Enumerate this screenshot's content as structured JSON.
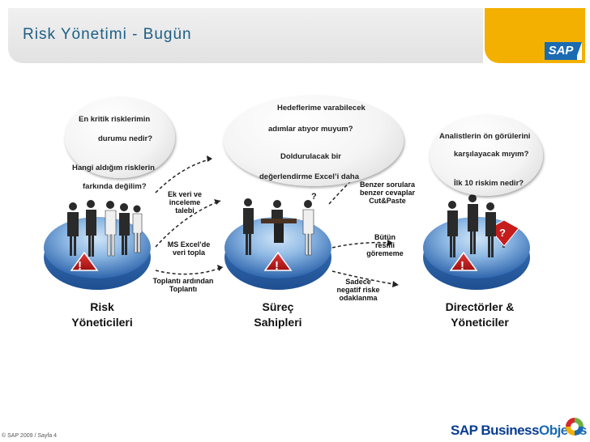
{
  "header": {
    "title": "Risk Yönetimi - Bugün"
  },
  "logos": {
    "sap": "SAP",
    "business_objects_a": "SAP Business",
    "business_objects_b": "Objects"
  },
  "bubbles": {
    "risk_managers": [
      "En kritik risklerimin",
      "durumu nedir?",
      "Hangi aldığım risklerin",
      "farkında değilim?"
    ],
    "process_owners": [
      "Hedeflerime varabilecek",
      "adımlar atıyor muyum?",
      "Doldurulacak bir",
      "değerlendirme Excel’i daha",
      "?"
    ],
    "directors": [
      "Analistlerin ön görülerini",
      "karşılayacak mıyım?",
      "İlk 10 riskim nedir?"
    ]
  },
  "process_labels": {
    "extra_data": [
      "Ek veri ve",
      "inceleme",
      "talebi"
    ],
    "ms_excel": [
      "MS Excel’de",
      "veri topla"
    ],
    "meeting": [
      "Toplantı ardından",
      "Toplantı"
    ],
    "similar_questions": [
      "Benzer sorulara",
      "benzer cevaplar",
      "Cut&Paste"
    ],
    "full_picture": [
      "Bütün",
      "resmi",
      "görememe"
    ],
    "negative_risk": [
      "Sadece",
      "negatif riske",
      "odaklanma"
    ]
  },
  "groups": {
    "risk_managers": [
      "Risk",
      "Yöneticileri"
    ],
    "process_owners": [
      "Süreç",
      "Sahipleri"
    ],
    "directors": [
      "Directörler &",
      "Yöneticiler"
    ]
  },
  "colors": {
    "accent_blue": "#1c5f86",
    "sap_gold": "#f3b000",
    "warning_red": "#cc1f1f",
    "platform_blue": "#4a86c8"
  },
  "footer": {
    "copyright": "© SAP 2009 / Sayfa 4"
  }
}
